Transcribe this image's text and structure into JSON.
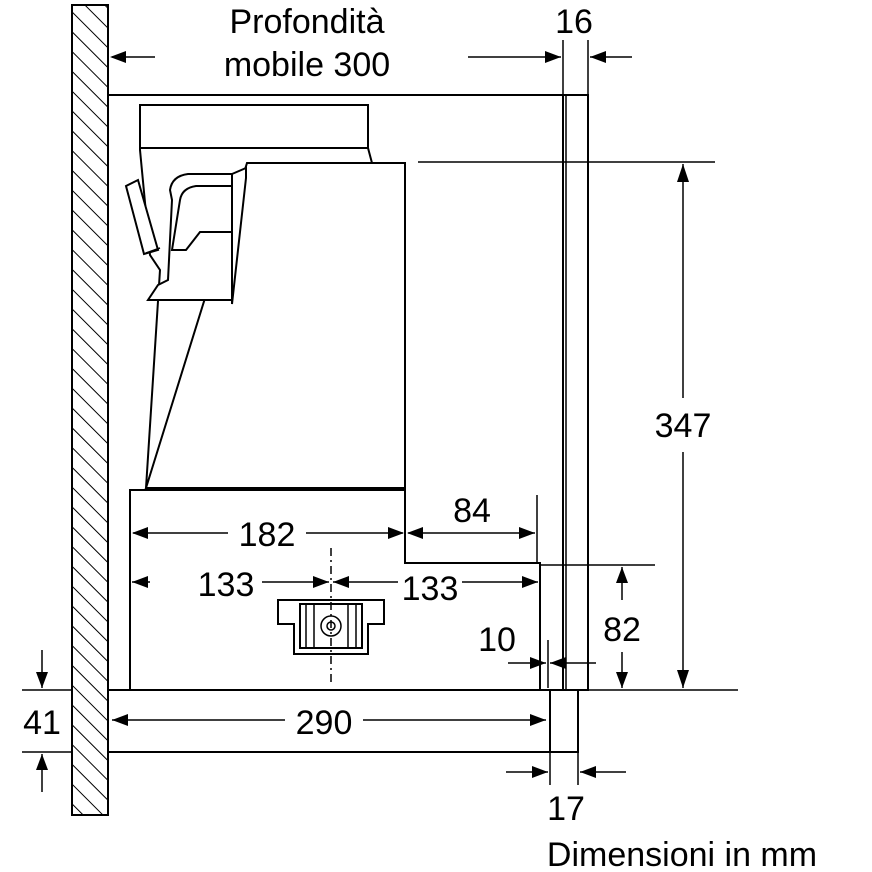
{
  "title_line1": "Profondità",
  "title_line2": "mobile 300",
  "dimensions": {
    "panel_thickness": "16",
    "height_total": "347",
    "width_182": "182",
    "width_84": "84",
    "half_left": "133",
    "half_right": "133",
    "height_82": "82",
    "offset_10": "10",
    "height_41": "41",
    "width_290": "290",
    "offset_17": "17"
  },
  "units_caption": "Dimensioni in mm"
}
